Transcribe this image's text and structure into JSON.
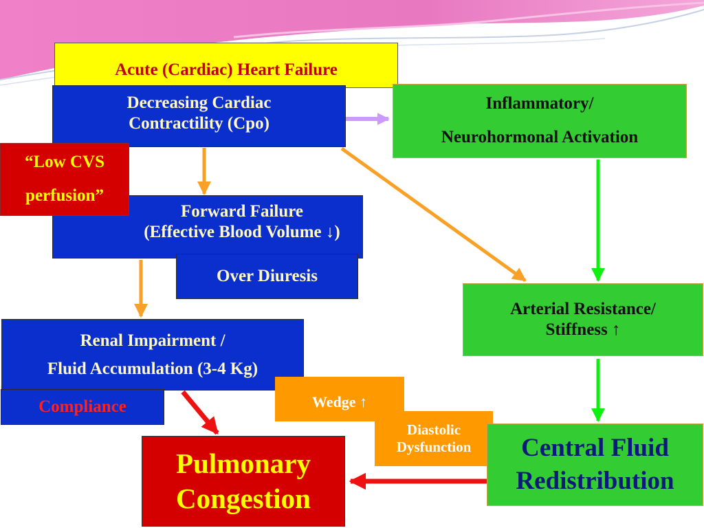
{
  "slide": {
    "title": "Acute (Cardiac) Heart Failure",
    "decreasing": [
      "Decreasing Cardiac",
      "Contractility (Cpo)"
    ],
    "inflammatory": [
      "Inflammatory/",
      "Neurohormonal Activation"
    ],
    "low_cvs": [
      "“Low CVS",
      "perfusion”"
    ],
    "forward_failure": [
      "Forward Failure",
      "(Effective Blood Volume ↓)"
    ],
    "over_diuresis": "Over Diuresis",
    "arterial": [
      "Arterial Resistance/",
      "Stiffness ↑"
    ],
    "renal": [
      "Renal Impairment /",
      "Fluid Accumulation (3-4 Kg)"
    ],
    "compliance": "Compliance",
    "wedge": "Wedge ↑",
    "diastolic": [
      "Diastolic",
      "Dysfunction"
    ],
    "central": [
      "Central Fluid",
      "Redistribution"
    ],
    "pulmonary": [
      "Pulmonary",
      "Congestion"
    ]
  },
  "colors": {
    "blue_box": "#0b2fcc",
    "green_box": "#33cc33",
    "red_box": "#d40000",
    "orange_box": "#ff9900",
    "title_box": "#ffff00",
    "orange_arrow": "#f9a127",
    "green_arrow": "#11ee11",
    "red_arrow": "#ee1111",
    "lilac_arrow": "#cc99ff"
  }
}
